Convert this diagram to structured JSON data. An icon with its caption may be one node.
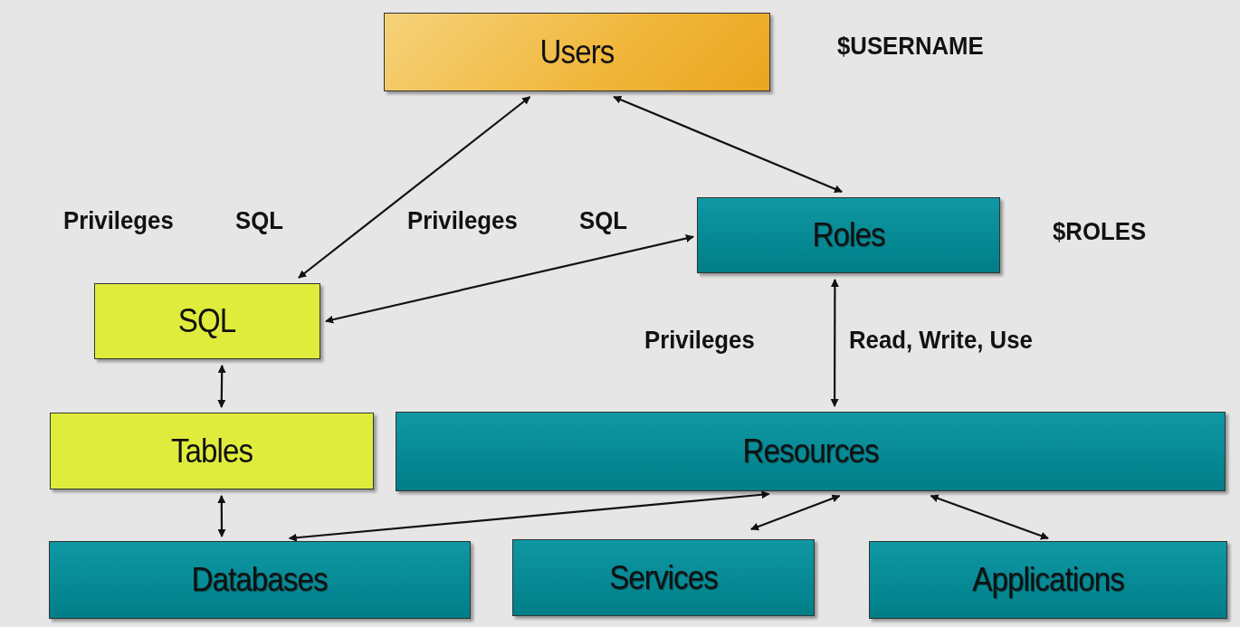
{
  "diagram": {
    "nodes": [
      {
        "text": [
          "Users"
        ]
      },
      {
        "text": [
          "Roles"
        ]
      },
      {
        "text": [
          "SQL"
        ]
      },
      {
        "text": [
          "Tables"
        ]
      },
      {
        "text": [
          "Resources"
        ]
      },
      {
        "text": [
          "Databases"
        ]
      },
      {
        "text": [
          "Services"
        ]
      },
      {
        "text": [
          "Applications"
        ]
      }
    ],
    "edges": [
      {
        "from": 0,
        "to": 2,
        "arrow": "both"
      },
      {
        "from": 0,
        "to": 1,
        "arrow": "both"
      },
      {
        "from": 2,
        "to": 1,
        "arrow": "both"
      },
      {
        "from": 2,
        "to": 3,
        "arrow": "both"
      },
      {
        "from": 3,
        "to": 5,
        "arrow": "both"
      },
      {
        "from": 1,
        "to": 4,
        "arrow": "both"
      },
      {
        "from": 4,
        "to": 5,
        "arrow": "both"
      },
      {
        "from": 4,
        "to": 6,
        "arrow": "both"
      },
      {
        "from": 4,
        "to": 7,
        "arrow": "both"
      }
    ],
    "labels": [
      "$USERNAME",
      "Privileges",
      "SQL",
      "Privileges",
      "SQL",
      "$ROLES",
      "Privileges",
      "Read, Write, Use"
    ]
  }
}
